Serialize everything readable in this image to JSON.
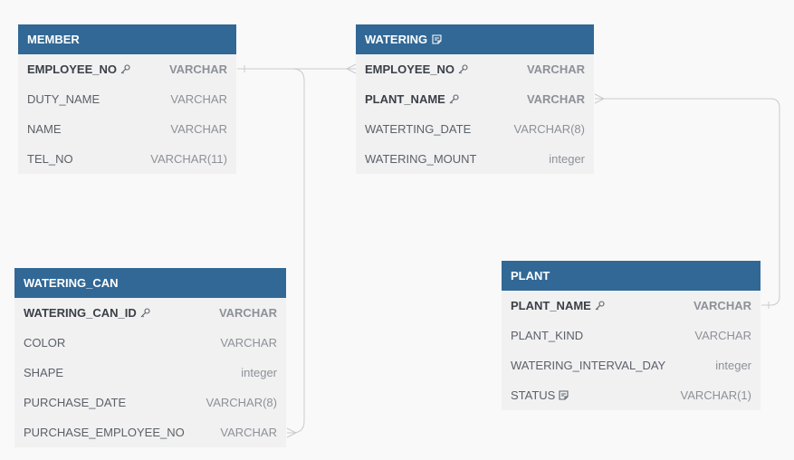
{
  "tables": {
    "member": {
      "title": "MEMBER",
      "columns": [
        {
          "name": "EMPLOYEE_NO",
          "type": "VARCHAR",
          "pk": true
        },
        {
          "name": "DUTY_NAME",
          "type": "VARCHAR"
        },
        {
          "name": "NAME",
          "type": "VARCHAR"
        },
        {
          "name": "TEL_NO",
          "type": "VARCHAR(11)"
        }
      ]
    },
    "watering": {
      "title": "WATERING",
      "columns": [
        {
          "name": "EMPLOYEE_NO",
          "type": "VARCHAR",
          "pk": true
        },
        {
          "name": "PLANT_NAME",
          "type": "VARCHAR",
          "pk": true
        },
        {
          "name": "WATERTING_DATE",
          "type": "VARCHAR(8)"
        },
        {
          "name": "WATERING_MOUNT",
          "type": "integer"
        }
      ]
    },
    "watering_can": {
      "title": "WATERING_CAN",
      "columns": [
        {
          "name": "WATERING_CAN_ID",
          "type": "VARCHAR",
          "pk": true
        },
        {
          "name": "COLOR",
          "type": "VARCHAR"
        },
        {
          "name": "SHAPE",
          "type": "integer"
        },
        {
          "name": "PURCHASE_DATE",
          "type": "VARCHAR(8)"
        },
        {
          "name": "PURCHASE_EMPLOYEE_NO",
          "type": "VARCHAR"
        }
      ]
    },
    "plant": {
      "title": "PLANT",
      "columns": [
        {
          "name": "PLANT_NAME",
          "type": "VARCHAR",
          "pk": true
        },
        {
          "name": "PLANT_KIND",
          "type": "VARCHAR"
        },
        {
          "name": "WATERING_INTERVAL_DAY",
          "type": "integer"
        },
        {
          "name": "STATUS",
          "type": "VARCHAR(1)"
        }
      ]
    }
  },
  "colors": {
    "header": "#316896",
    "body": "#f1f1f2",
    "connector": "#c5c7ca"
  }
}
